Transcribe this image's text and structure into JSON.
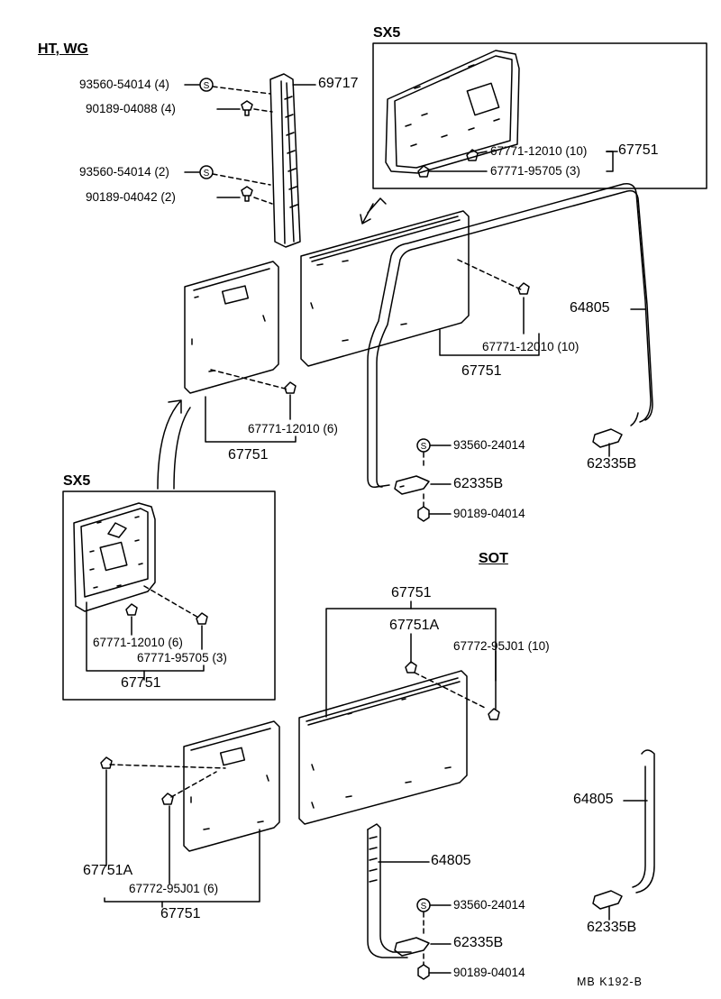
{
  "headers": {
    "ht_wg": "HT, WG",
    "sx5_top": "SX5",
    "sx5_left": "SX5",
    "sot": "SOT"
  },
  "labels": {
    "p93560_54014_4": "93560-54014 (4)",
    "p90189_04088_4": "90189-04088 (4)",
    "p93560_54014_2": "93560-54014 (2)",
    "p90189_04042_2": "90189-04042 (2)",
    "p69717": "69717",
    "sx5t_67771_12010_10": "67771-12010 (10)",
    "sx5t_67751": "67751",
    "sx5t_67771_95705_3": "67771-95705 (3)",
    "p64805_top": "64805",
    "big_67771_12010_10": "67771-12010 (10)",
    "big_67751": "67751",
    "small_67771_12010_6": "67771-12010 (6)",
    "small_67751": "67751",
    "p93560_24014_top": "93560-24014",
    "p62335B_mid": "62335B",
    "p90189_04014_top": "90189-04014",
    "p62335B_right_top": "62335B",
    "sx5l_67771_12010_6": "67771-12010 (6)",
    "sx5l_67771_95705_3": "67771-95705 (3)",
    "sx5l_67751": "67751",
    "sot_67751": "67751",
    "sot_67751A": "67751A",
    "sot_67772_95J01_10": "67772-95J01 (10)",
    "sotl_67751A": "67751A",
    "sotl_67772_95J01_6": "67772-95J01 (6)",
    "sotl_67751": "67751",
    "sot_64805_mid": "64805",
    "sot_93560_24014": "93560-24014",
    "sot_62335B": "62335B",
    "sot_90189_04014": "90189-04014",
    "sot_64805_right": "64805",
    "sot_62335B_right": "62335B",
    "ref_code": "MB  K192-B"
  }
}
